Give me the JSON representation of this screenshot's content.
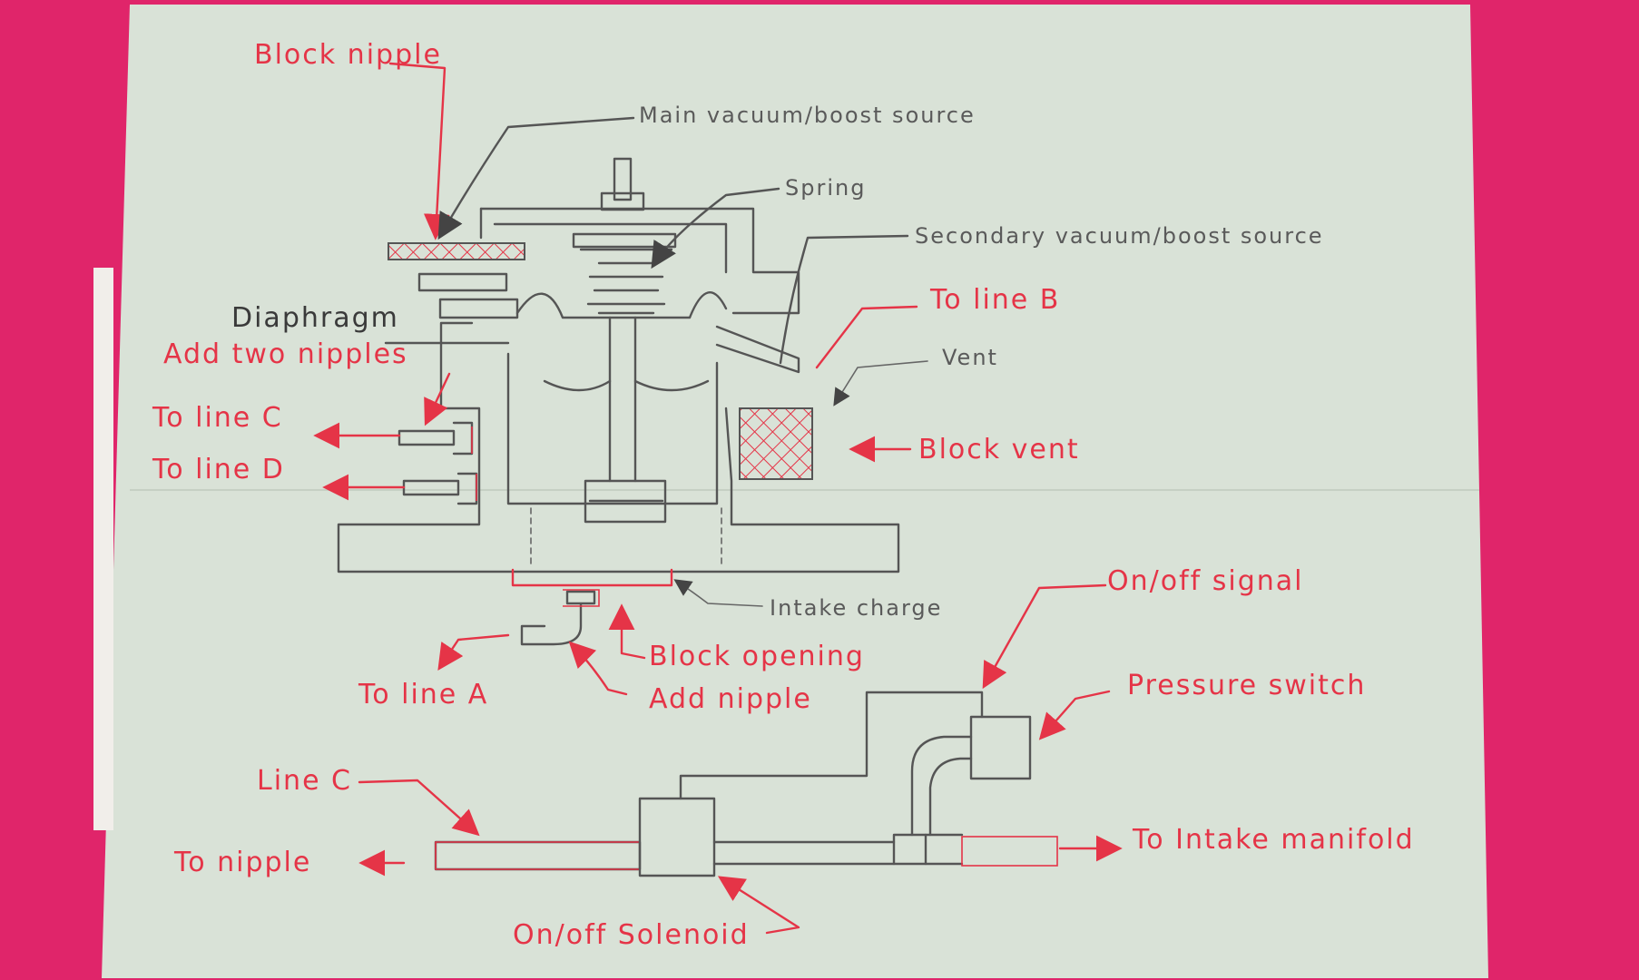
{
  "colors": {
    "background": "#e0256a",
    "paper": "#d9e2d7",
    "red_ink": "#e53447",
    "pencil": "#555555"
  },
  "labels": {
    "block_nipple": "Block nipple",
    "main_source": "Main vacuum/boost source",
    "spring": "Spring",
    "secondary_source": "Secondary vacuum/boost source",
    "to_line_b": "To line B",
    "vent": "Vent",
    "diaphragm": "Diaphragm",
    "add_two_nipples": "Add two nipples",
    "to_line_c": "To line C",
    "to_line_d": "To line D",
    "block_vent": "Block vent",
    "intake_charge": "Intake charge",
    "block_opening": "Block opening",
    "add_nipple": "Add nipple",
    "to_line_a": "To line A",
    "on_off_signal": "On/off signal",
    "pressure_switch": "Pressure switch",
    "line_c": "Line C",
    "to_nipple": "To nipple",
    "to_intake_manifold": "To Intake manifold",
    "on_off_solenoid": "On/off Solenoid"
  }
}
